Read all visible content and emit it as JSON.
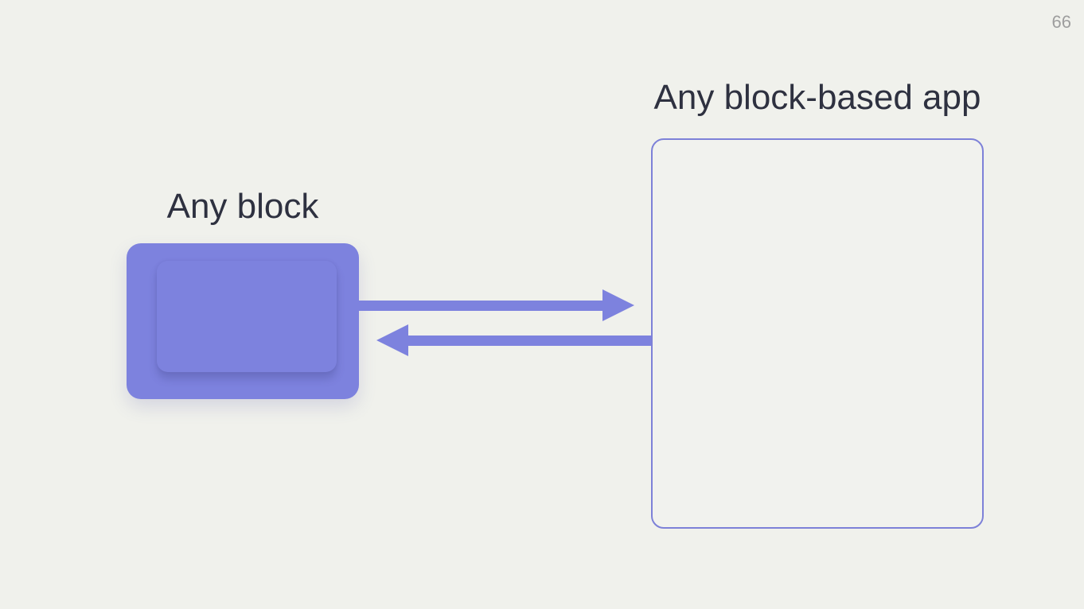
{
  "page": {
    "number": "66"
  },
  "diagram": {
    "block": {
      "label": "Any block"
    },
    "app": {
      "label": "Any block-based app"
    },
    "arrows": [
      {
        "name": "block-to-app",
        "direction": "right"
      },
      {
        "name": "app-to-block",
        "direction": "left"
      }
    ]
  },
  "colors": {
    "background": "#f0f1ec",
    "accent": "#7d82de",
    "outline": "#7d81d8",
    "heading_text": "#2e3140",
    "page_number": "#9e9e9e"
  }
}
